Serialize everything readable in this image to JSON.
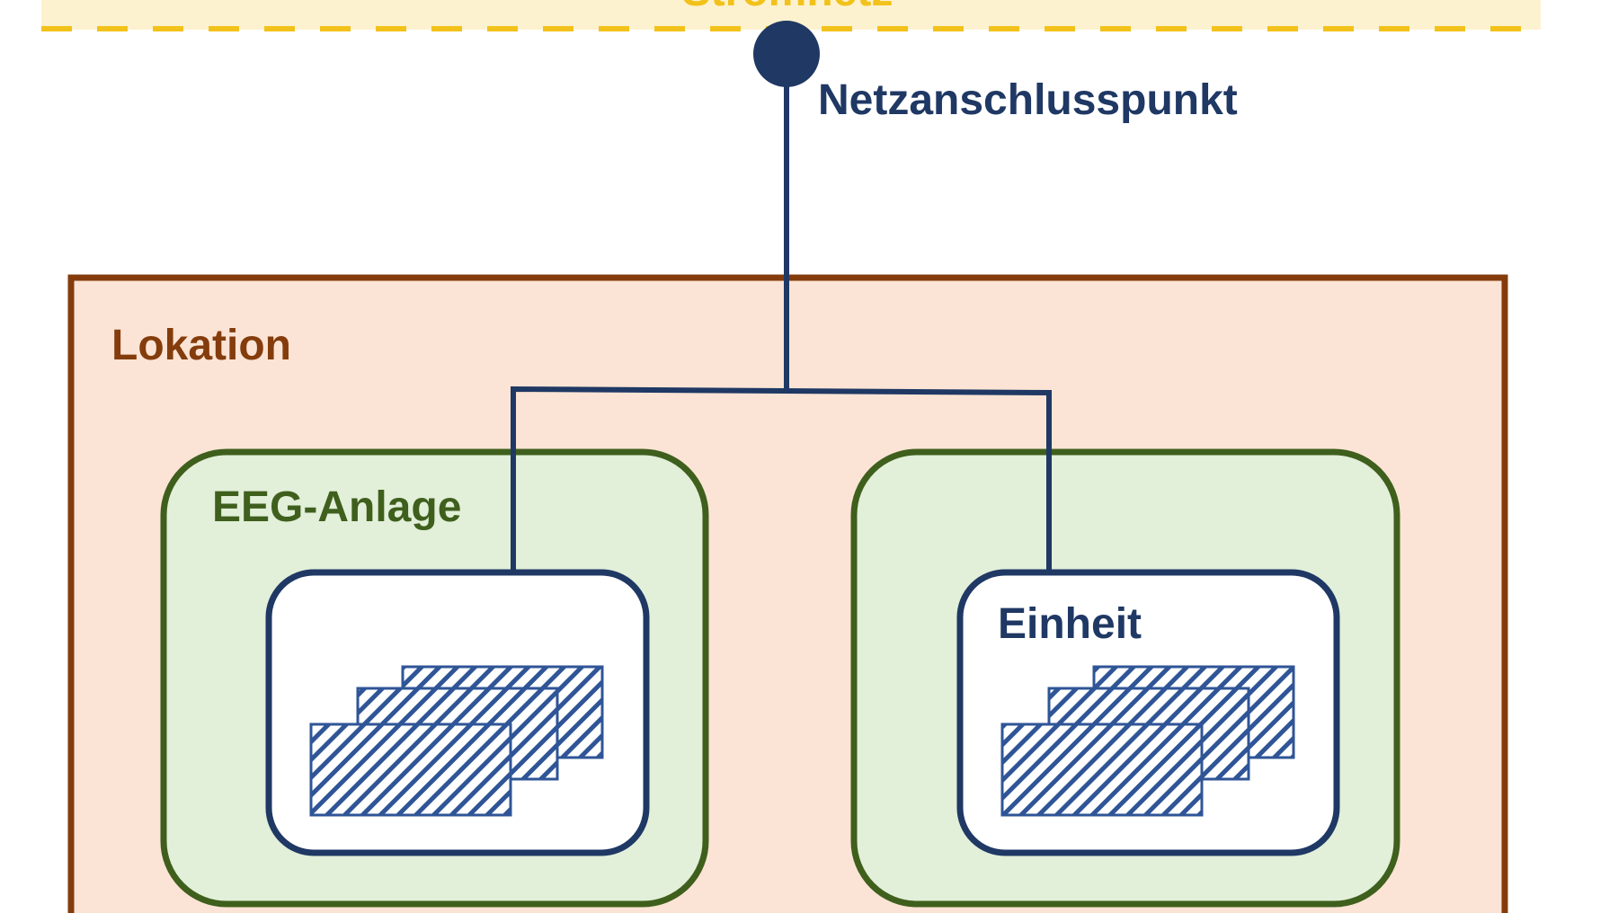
{
  "grid": {
    "label": "Stromnetz"
  },
  "connection_point": {
    "label": "Netzanschlusspunkt"
  },
  "location": {
    "label": "Lokation"
  },
  "eeg_plant": {
    "label": "EEG-Anlage"
  },
  "unit": {
    "label": "Einheit"
  },
  "colors": {
    "grid_fill": "#fdf2cf",
    "grid_dash": "#f2c21b",
    "grid_text": "#f2c21b",
    "navy": "#1f3864",
    "location_fill": "#fbe4d5",
    "location_border": "#843c0c",
    "location_text": "#843c0c",
    "green_fill": "#e2efd9",
    "green_border": "#3f5f1d",
    "green_text": "#3f5f1d",
    "hatch": "#2f5597"
  }
}
